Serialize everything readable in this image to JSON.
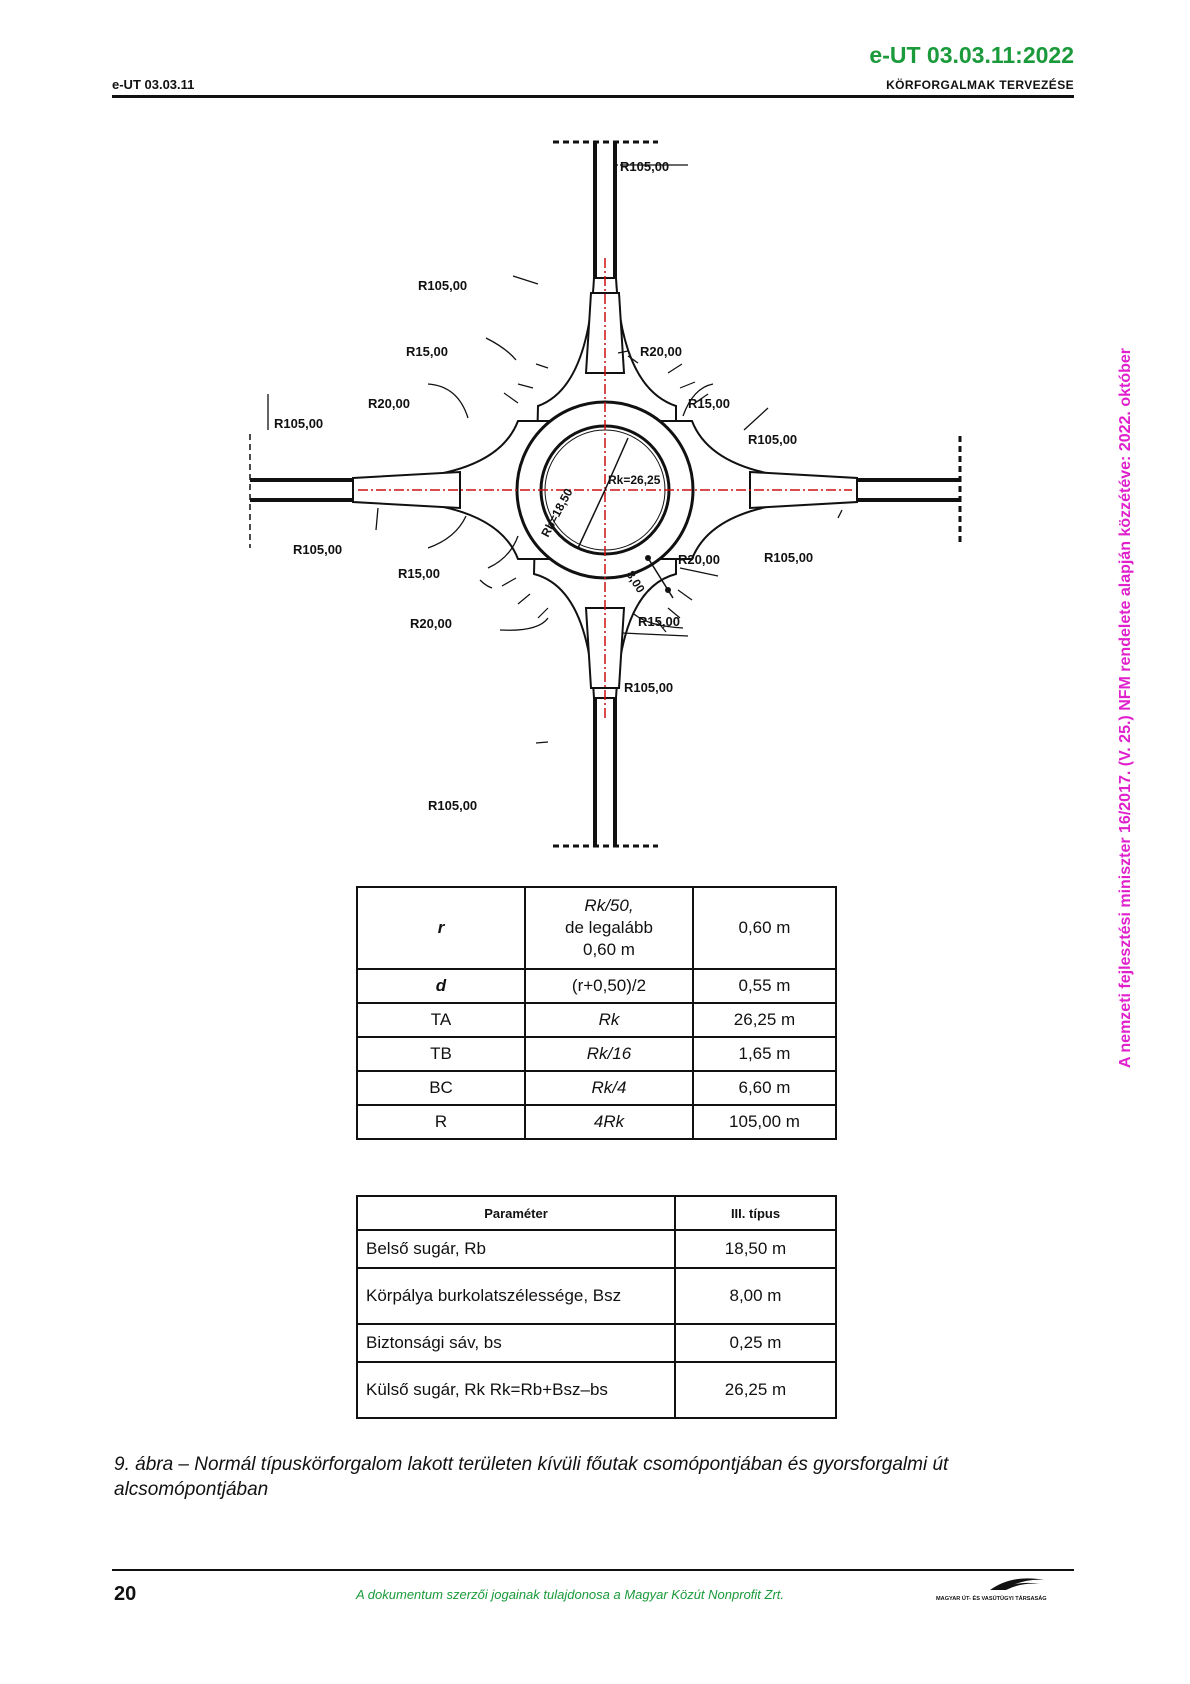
{
  "header": {
    "code_right": "e-UT 03.03.11:2022",
    "code_left": "e-UT 03.03.11",
    "section": "KÖRFORGALMAK TERVEZÉSE"
  },
  "side_note": "A nemzeti fejlesztési miniszter 16/2017. (V. 25.) NFM rendelete alapján közzétéve: 2022. október",
  "diagram": {
    "labels": [
      "R105,00",
      "R105,00",
      "R15,00",
      "R20,00",
      "R20,00",
      "R15,00",
      "R105,00",
      "R105,00",
      "R105,00",
      "R15,00",
      "R20,00",
      "R105,00",
      "R20,00",
      "R15,00",
      "R105,00",
      "R105,00"
    ],
    "dim_outer": "Rk=26,25",
    "dim_inner": "Rb=18,50",
    "dim_width": "8,00"
  },
  "formula_table": {
    "rows": [
      {
        "key": "r",
        "formula": "",
        "value": "0,60 m"
      },
      {
        "key": "d",
        "formula": "(r+0,50)/2",
        "value": "0,55 m"
      },
      {
        "key": "TA",
        "formula": "Rk",
        "value": "26,25 m"
      },
      {
        "key": "TB",
        "formula": "Rk/16",
        "value": "1,65 m"
      },
      {
        "key": "BC",
        "formula": "Rk/4",
        "value": "6,60 m"
      },
      {
        "key": "R",
        "formula": "4Rk",
        "value": "105,00 m"
      }
    ],
    "r_formula_lines": [
      "Rk/50,",
      "de legalább",
      "0,60 m"
    ]
  },
  "param_table": {
    "headers": [
      "Paraméter",
      "III. típus"
    ],
    "rows": [
      {
        "label": "Belső sugár, Rb",
        "value": "18,50 m"
      },
      {
        "label": "Körpálya burkolatszélessége, Bsz",
        "value": "8,00 m"
      },
      {
        "label": "Biztonsági sáv, bs",
        "value": "0,25 m"
      },
      {
        "label": "Külső sugár, Rk Rk=Rb+Bsz–bs",
        "value": "26,25 m"
      }
    ]
  },
  "caption": "9. ábra – Normál típuskörforgalom lakott területen kívüli főutak csomópontjában és gyorsforgalmi út alcsomópontjában",
  "footer": {
    "page_number": "20",
    "copyright": "A dokumentum szerzői jogainak tulajdonosa a Magyar Közút Nonprofit Zrt.",
    "logo_text": "MAGYAR ÚT- ÉS VASÚTÜGYI TÁRSASÁG"
  }
}
